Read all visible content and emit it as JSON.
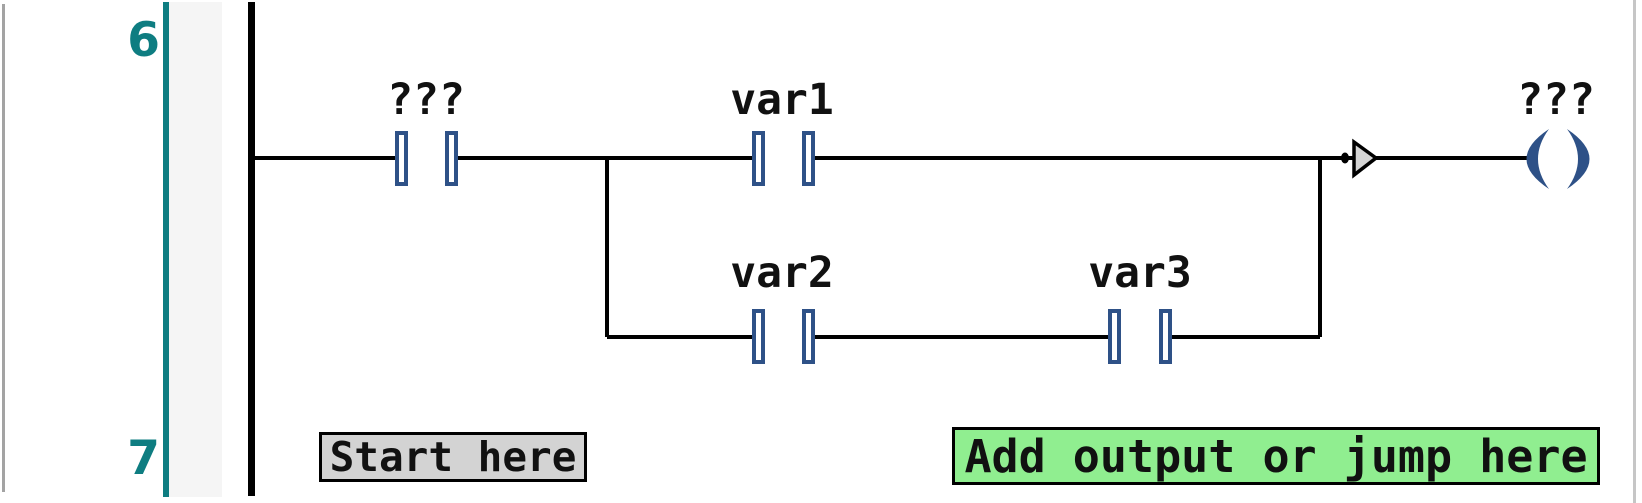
{
  "colors": {
    "wire": "#000000",
    "symbol_navy": "#2e5187",
    "rung_accent_teal": "#0e7d81",
    "margin_panel_gray": "#f5f5f5",
    "start_hint_bg": "#d3d3d3",
    "add_hint_bg": "#90ee90",
    "connector_arrow_fill": "#d5d5d5"
  },
  "rungs": [
    {
      "number": "6"
    },
    {
      "number": "7"
    }
  ],
  "diagram": {
    "contacts": [
      {
        "label": "???"
      },
      {
        "label": "var1"
      },
      {
        "label": "var2"
      },
      {
        "label": "var3"
      }
    ],
    "coil": {
      "label": "???"
    }
  },
  "hints": {
    "start": {
      "label": "Start here"
    },
    "add_output": {
      "label": "Add output or jump here"
    }
  }
}
